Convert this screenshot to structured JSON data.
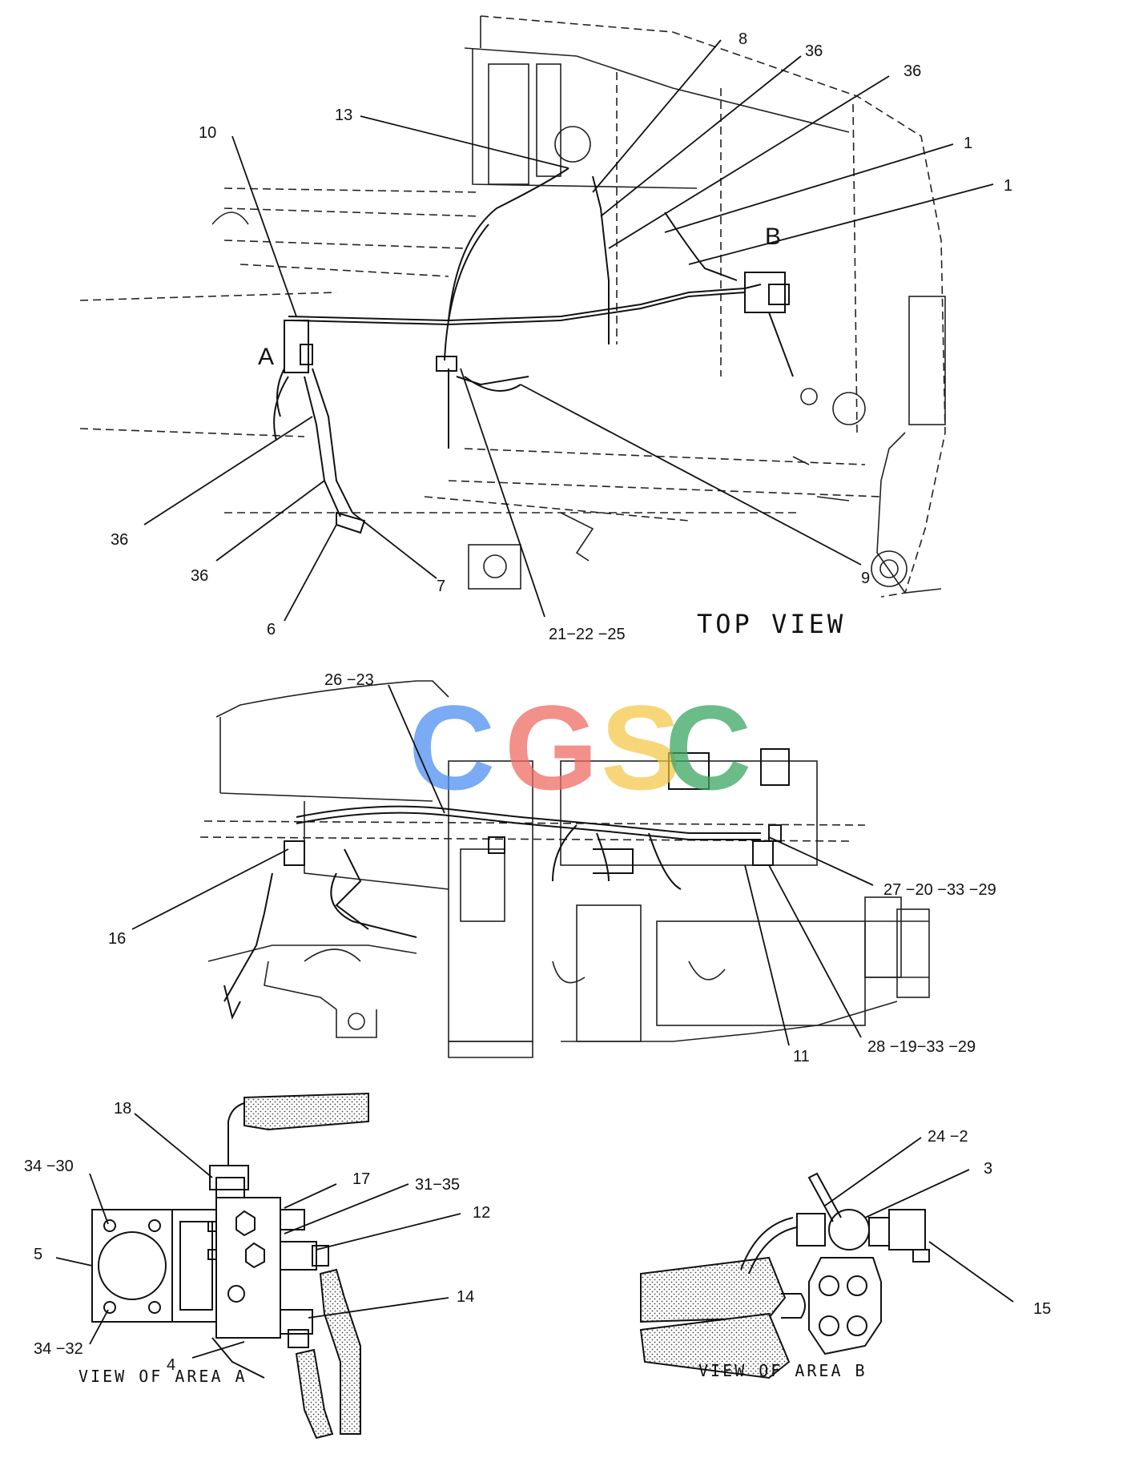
{
  "diagram": {
    "views": {
      "top_view": "TOP VIEW",
      "view_a": "VIEW OF AREA A",
      "view_b": "VIEW OF AREA B"
    },
    "area_markers": {
      "a": "A",
      "b": "B"
    },
    "watermark": {
      "letters": [
        "C",
        "G",
        "S",
        "C"
      ],
      "colors": [
        "#4e8ff0",
        "#ee6b63",
        "#f4c542",
        "#3aa561"
      ]
    },
    "callouts": {
      "top": [
        "8",
        "36",
        "36",
        "13",
        "10",
        "1",
        "1",
        "36",
        "36",
        "7",
        "6",
        "9",
        "21−22 −25"
      ],
      "side": [
        "26 −23",
        "16",
        "27 −20 −33 −29",
        "11",
        "28 −19−33 −29"
      ],
      "area_a": [
        "18",
        "34 −30",
        "17",
        "31−35",
        "12",
        "5",
        "14",
        "34 −32",
        "4"
      ],
      "area_b": [
        "24 −2",
        "3",
        "15"
      ]
    }
  }
}
